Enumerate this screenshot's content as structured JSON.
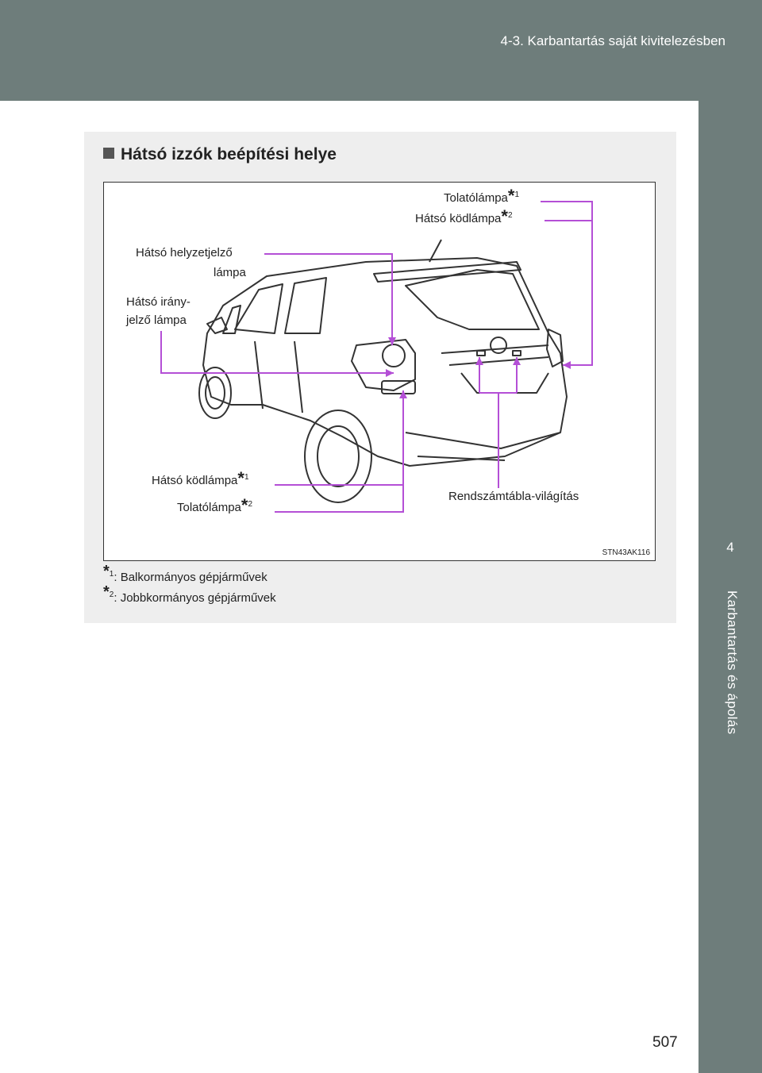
{
  "header": {
    "section": "4-3. Karbantartás saját kivitelezésben"
  },
  "sidetab": {
    "chapter_number": "4",
    "chapter_title": "Karbantartás és ápolás"
  },
  "box": {
    "title": "Hátsó izzók beépítési helye"
  },
  "figure": {
    "labels": {
      "reverse_light_top": "Tolatólámpa",
      "reverse_light_top_note": "1",
      "rear_fog_top": "Hátsó ködlámpa",
      "rear_fog_top_note": "2",
      "tail_light_line1": "Hátsó helyzetjelző",
      "tail_light_line2": "lámpa",
      "turn_signal_line1": "Hátsó irány-",
      "turn_signal_line2": "jelző lámpa",
      "rear_fog_bottom": "Hátsó ködlámpa",
      "rear_fog_bottom_note": "1",
      "reverse_light_bottom": "Tolatólámpa",
      "reverse_light_bottom_note": "2",
      "license_plate": "Rendszámtábla-világítás"
    },
    "figure_id": "STN43AK116",
    "leader_color": "#b44fd6"
  },
  "notes": [
    {
      "mark": "1",
      "text": ": Balkormányos gépjárművek"
    },
    {
      "mark": "2",
      "text": ": Jobbkormányos gépjárművek"
    }
  ],
  "page_number": "507"
}
